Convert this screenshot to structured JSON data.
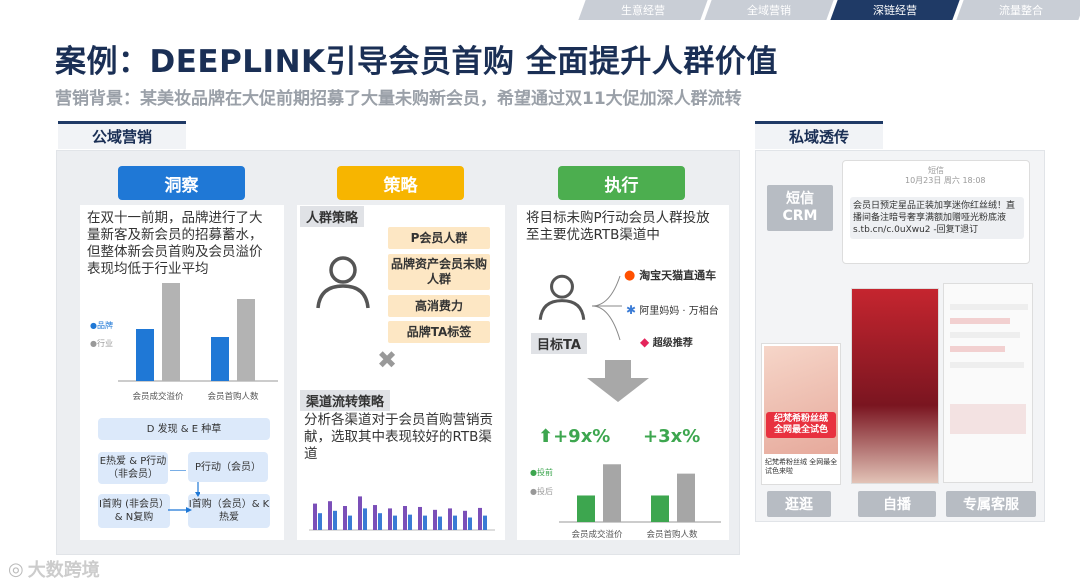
{
  "nav": {
    "tabs": [
      "生意经营",
      "全域营销",
      "深链经营",
      "流量整合"
    ],
    "active_index": 2
  },
  "title": "案例：DEEPLINK引导会员首购 全面提升人群价值",
  "subtitle": "营销背景：某美妆品牌在大促前期招募了大量未购新会员，希望通过双11大促加深人群流转",
  "public": {
    "tab": "公域营销",
    "insight": {
      "header": "洞察",
      "text": "在双十一前期，品牌进行了大量新客及新会员的招募蓄水，但整体新会员首购及会员溢价表现均低于行业平均",
      "legend_brand": "●品牌",
      "legend_industry": "●行业",
      "chart_data": {
        "type": "bar",
        "categories": [
          "会员成交溢价",
          "会员首购人数"
        ],
        "series": [
          {
            "name": "品牌",
            "values": [
              0.52,
              0.44
            ]
          },
          {
            "name": "行业",
            "values": [
              0.98,
              0.82
            ]
          }
        ],
        "colors": {
          "品牌": "#1f78d6",
          "行业": "#b3b3b3"
        }
      },
      "flow": {
        "top": "D 发现 & E 种草",
        "left1": "E热爱 & P行动（非会员）",
        "right1": "P行动（会员）",
        "left2": "I首购 (非会员）& N复购",
        "right2": "I首购（会员）& K热爱"
      }
    },
    "strategy": {
      "header": "策略",
      "crowd_label": "人群策略",
      "pills": [
        "P会员人群",
        "品牌资产会员未购人群",
        "高消费力",
        "品牌TA标签"
      ],
      "cross": "✖",
      "channel_label": "渠道流转策略",
      "channel_text": "分析各渠道对于会员首购营销贡献，选取其中表现较好的RTB渠道",
      "mini_chart": {
        "type": "bar",
        "series": [
          {
            "name": "purple",
            "values": [
              0.55,
              0.6,
              0.5,
              0.7,
              0.52,
              0.45,
              0.5,
              0.48,
              0.42,
              0.45,
              0.4,
              0.46
            ]
          },
          {
            "name": "blue",
            "values": [
              0.35,
              0.4,
              0.3,
              0.45,
              0.35,
              0.3,
              0.32,
              0.3,
              0.28,
              0.3,
              0.26,
              0.3
            ]
          }
        ]
      }
    },
    "execute": {
      "header": "执行",
      "text": "将目标未购P行动会员人群投放至主要优选RTB渠道中",
      "ta_label": "目标TA",
      "channels": [
        "淘宝天猫直通车",
        "阿里妈妈 · 万相台",
        "超级推荐"
      ],
      "legend_before": "●投前",
      "legend_after": "●投后",
      "lift1": "+9x%",
      "lift2": "+3x%",
      "chart_data": {
        "type": "bar",
        "categories": [
          "会员成交溢价",
          "会员首购人数"
        ],
        "series": [
          {
            "name": "投前",
            "values": [
              0.34,
              0.34
            ]
          },
          {
            "name": "投后",
            "values": [
              0.74,
              0.62
            ]
          }
        ],
        "colors": {
          "投前": "#3da64f",
          "投后": "#a6a6a6"
        }
      }
    }
  },
  "private": {
    "tab": "私域透传",
    "crm_label": "短信CRM",
    "sms_header": "短信",
    "sms_date": "10月23日 周六 18:08",
    "sms_body": "会员日预定星品正装加享迷你红丝绒！直播间备注暗号奢享满额加赠哑光粉底液 s.tb.cn/c.0uXwu2 -回复T退订",
    "phone1_caption": "纪梵希粉丝绒 全网最全试色来啦",
    "phone1_banner": "纪梵希粉丝绒 全网最全试色",
    "buttons": [
      "逛逛",
      "自播",
      "专属客服"
    ],
    "logo_text": "大数跨境"
  }
}
